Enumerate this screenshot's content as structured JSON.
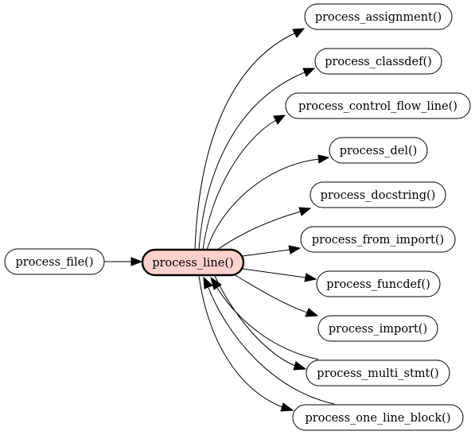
{
  "graph": {
    "center": {
      "id": "process_line",
      "label": "process_line()",
      "fill": "#ffd0cc"
    },
    "caller": {
      "id": "process_file",
      "label": "process_file()"
    },
    "callees": [
      {
        "id": "process_assignment",
        "label": "process_assignment()"
      },
      {
        "id": "process_classdef",
        "label": "process_classdef()"
      },
      {
        "id": "process_control_flow_line",
        "label": "process_control_flow_line()"
      },
      {
        "id": "process_del",
        "label": "process_del()"
      },
      {
        "id": "process_docstring",
        "label": "process_docstring()"
      },
      {
        "id": "process_from_import",
        "label": "process_from_import()"
      },
      {
        "id": "process_funcdef",
        "label": "process_funcdef()"
      },
      {
        "id": "process_import",
        "label": "process_import()"
      },
      {
        "id": "process_multi_stmt",
        "label": "process_multi_stmt()"
      },
      {
        "id": "process_one_line_block",
        "label": "process_one_line_block()"
      }
    ],
    "edges": [
      {
        "from": "process_file",
        "to": "process_line"
      },
      {
        "from": "process_line",
        "to": "process_assignment"
      },
      {
        "from": "process_line",
        "to": "process_classdef"
      },
      {
        "from": "process_line",
        "to": "process_control_flow_line"
      },
      {
        "from": "process_line",
        "to": "process_del"
      },
      {
        "from": "process_line",
        "to": "process_docstring"
      },
      {
        "from": "process_line",
        "to": "process_from_import"
      },
      {
        "from": "process_line",
        "to": "process_funcdef"
      },
      {
        "from": "process_line",
        "to": "process_import"
      },
      {
        "from": "process_line",
        "to": "process_multi_stmt"
      },
      {
        "from": "process_line",
        "to": "process_one_line_block"
      },
      {
        "from": "process_multi_stmt",
        "to": "process_line"
      },
      {
        "from": "process_one_line_block",
        "to": "process_line"
      }
    ]
  }
}
